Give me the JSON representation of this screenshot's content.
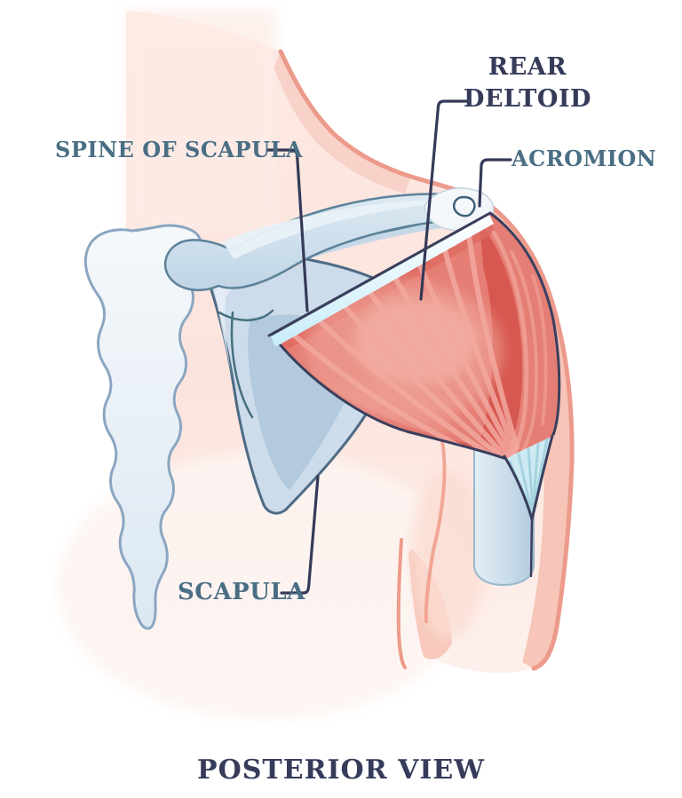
{
  "title": "POSTERIOR VIEW",
  "labels": {
    "rear_deltoid": "REAR DELTOID",
    "acromion": "ACROMION",
    "spine_of_scapula": "SPINE OF SCAPULA",
    "scapula": "SCAPULA"
  },
  "colors": {
    "label_navy": "#353b59",
    "label_steel_blue": "#4a6e84",
    "leader_line": "#343a57",
    "muscle_red": "#e57e74",
    "muscle_deep_red": "#d6564f",
    "muscle_highlight": "#f2a89f",
    "bone_light": "#f2f6fa",
    "bone_blue": "#ccdcea",
    "bone_outline": "#5d8299",
    "tendon_cyan": "#cdeaf3",
    "skin_pink": "#fce6e0",
    "skin_shadow": "#f6beb0",
    "skin_outline_coral": "#ec9a8b",
    "background": "#ffffff"
  }
}
